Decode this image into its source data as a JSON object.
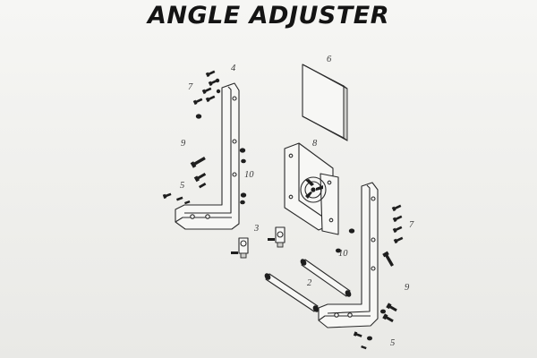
{
  "title": "ANGLE ADJUSTER",
  "part_numbers": {
    "left_4": "4",
    "left_7": "7",
    "left_9": "9",
    "left_10": "10",
    "left_5": "5",
    "left_3": "3",
    "plate_6": "6",
    "motor_8": "8",
    "right_7": "7",
    "right_10": "10",
    "right_9": "9",
    "right_5": "5",
    "rods_2": "2"
  },
  "colors": {
    "ink": "#2a2a2a",
    "paper": "#f1f1ef"
  }
}
